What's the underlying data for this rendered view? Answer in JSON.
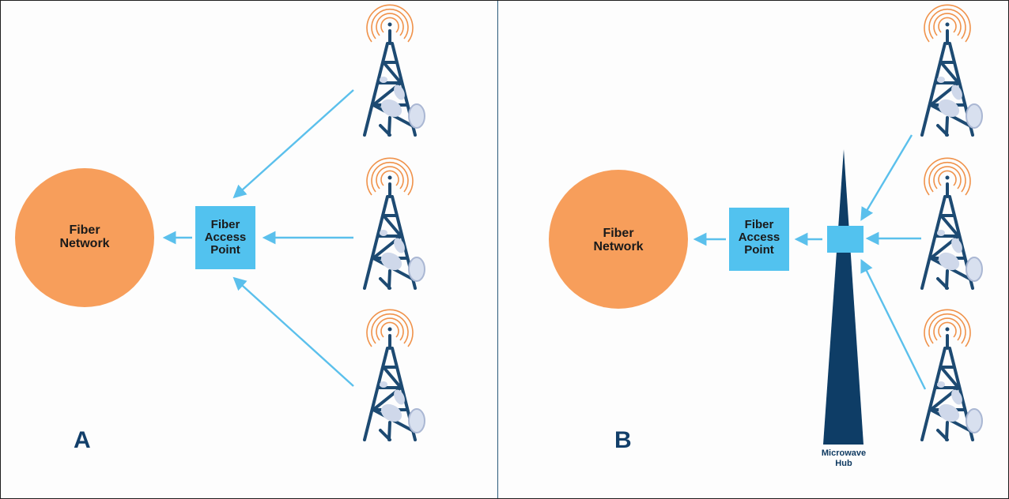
{
  "panel_a": {
    "letter": "A",
    "fiber_network": "Fiber\nNetwork",
    "fiber_access_point": "Fiber\nAccess\nPoint"
  },
  "panel_b": {
    "letter": "B",
    "fiber_network": "Fiber\nNetwork",
    "fiber_access_point": "Fiber\nAccess\nPoint",
    "microwave_hub": "Microwave\nHub"
  },
  "colors": {
    "fiber_network": "#f79e5b",
    "access_point": "#52c2ef",
    "arrow": "#5bc0ec",
    "tower": "#1d4a72",
    "hub": "#0e3d66",
    "signal": "#f0924a"
  },
  "icons": [
    "cell-tower-icon",
    "signal-waves-icon",
    "arrow-icon"
  ]
}
